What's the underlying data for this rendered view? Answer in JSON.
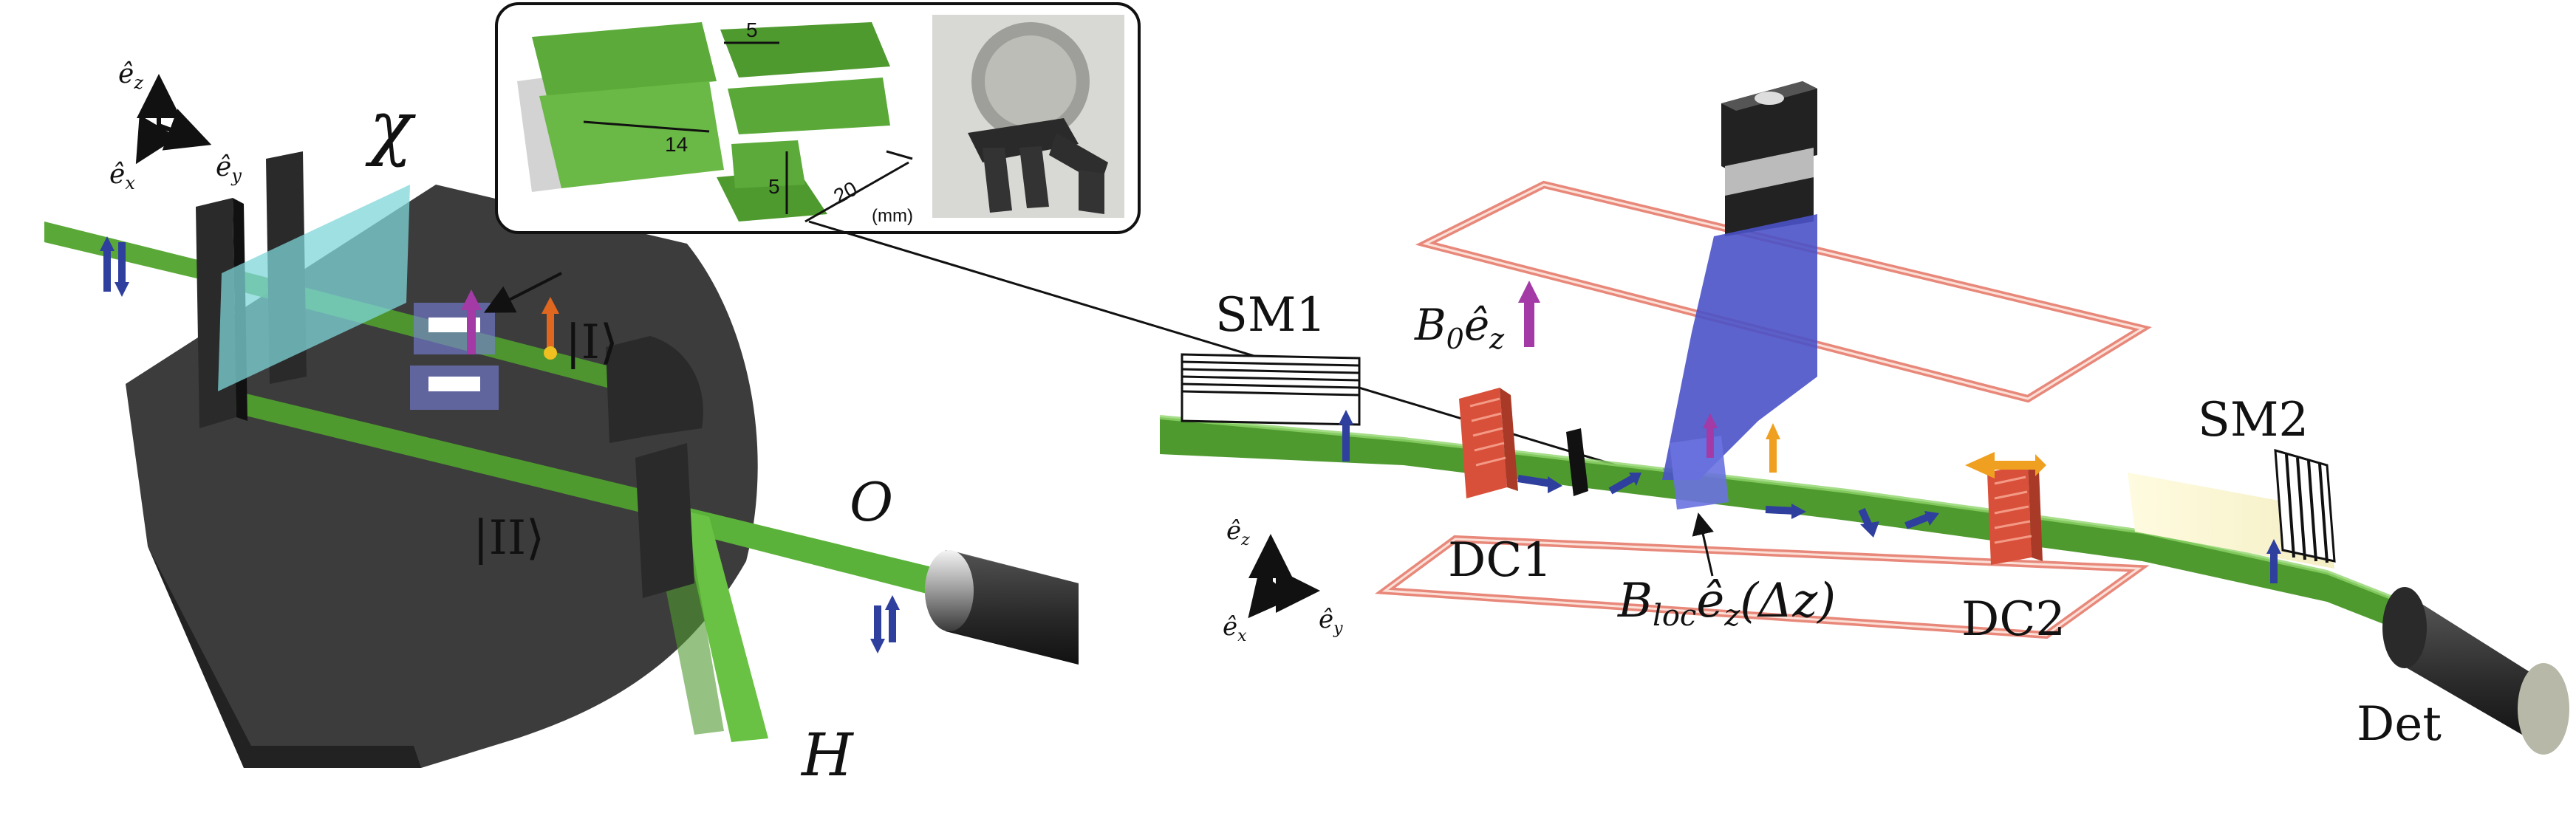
{
  "colors": {
    "beam": "#4f9a2f",
    "beam_light": "#8fd46a",
    "table": "#3b3b3b",
    "slab": "#2a2a2a",
    "spin_arrow": "#2f3f9e",
    "magnetic_arrow": "#a33aa6",
    "orange_arrow": "#f0a020",
    "coil": "#e8887a",
    "flipper": "#d9503a",
    "polarizer": "#7fd6d9",
    "mount": "#4a52c8"
  },
  "axes_left": {
    "ez": "ê",
    "ez_sub": "z",
    "ey": "ê",
    "ey_sub": "y",
    "ex": "ê",
    "ex_sub": "x"
  },
  "axes_right": {
    "ez": "ê",
    "ez_sub": "z",
    "ey": "ê",
    "ey_sub": "y",
    "ex": "ê",
    "ex_sub": "x"
  },
  "left_labels": {
    "chi": "χ",
    "path_I": "|I⟩",
    "path_II": "|II⟩",
    "O": "O",
    "H": "H"
  },
  "inset": {
    "dim_5_top": "5",
    "dim_14": "14",
    "dim_5_side": "5",
    "dim_20": "20",
    "unit": "(mm)"
  },
  "right_labels": {
    "SM1": "SM1",
    "SM2": "SM2",
    "DC1": "DC1",
    "DC2": "DC2",
    "Det": "Det",
    "B0": "B",
    "B0_sub": "0",
    "B0_ez": "ê",
    "B0_ez_sub": "z",
    "Bloc": "B",
    "Bloc_sub": "loc",
    "Bloc_ez": "ê",
    "Bloc_ez_sub": "z",
    "Bloc_arg": "(Δz)"
  }
}
